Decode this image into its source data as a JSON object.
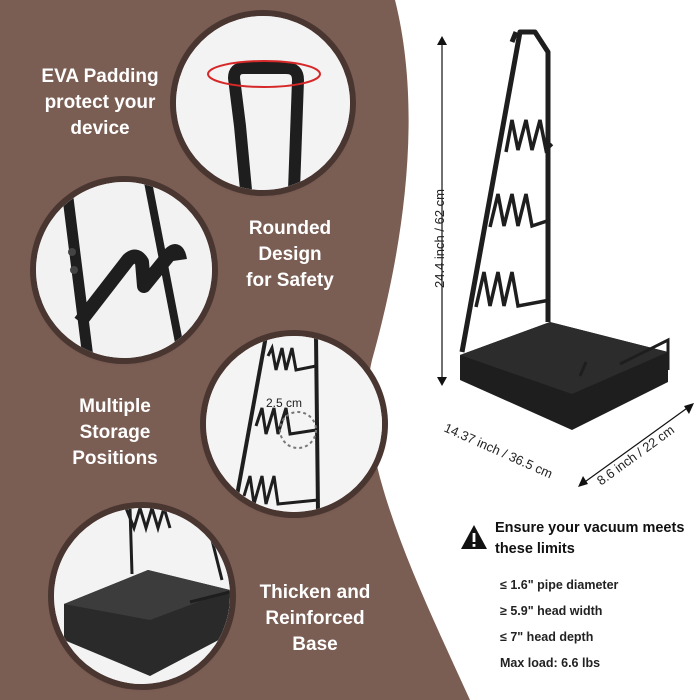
{
  "features": [
    {
      "label": "EVA Padding\nprotect your\ndevice"
    },
    {
      "label": "Rounded\nDesign\nfor Safety"
    },
    {
      "label": "Multiple\nStorage\nPositions"
    },
    {
      "label": "Thicken and\nReinforced\nBase"
    }
  ],
  "inset_callout": "2.5 cm",
  "dimensions": {
    "height": "24.4 inch / 62 cm",
    "length": "14.37 inch / 36.5 cm",
    "width": "8.6 inch / 22 cm"
  },
  "limits": {
    "title": "Ensure your vacuum meets these limits",
    "items": [
      "≤ 1.6\" pipe diameter",
      "≥ 5.9\" head width",
      "≤ 7\" head depth",
      "Max load: 6.6 lbs"
    ]
  },
  "colors": {
    "panel": "#7a5d53",
    "ring": "#4a3630",
    "metal": "#1e1e1e",
    "accent": "#d62828"
  },
  "icons": [
    "warning-icon",
    "double-arrow-icon"
  ]
}
